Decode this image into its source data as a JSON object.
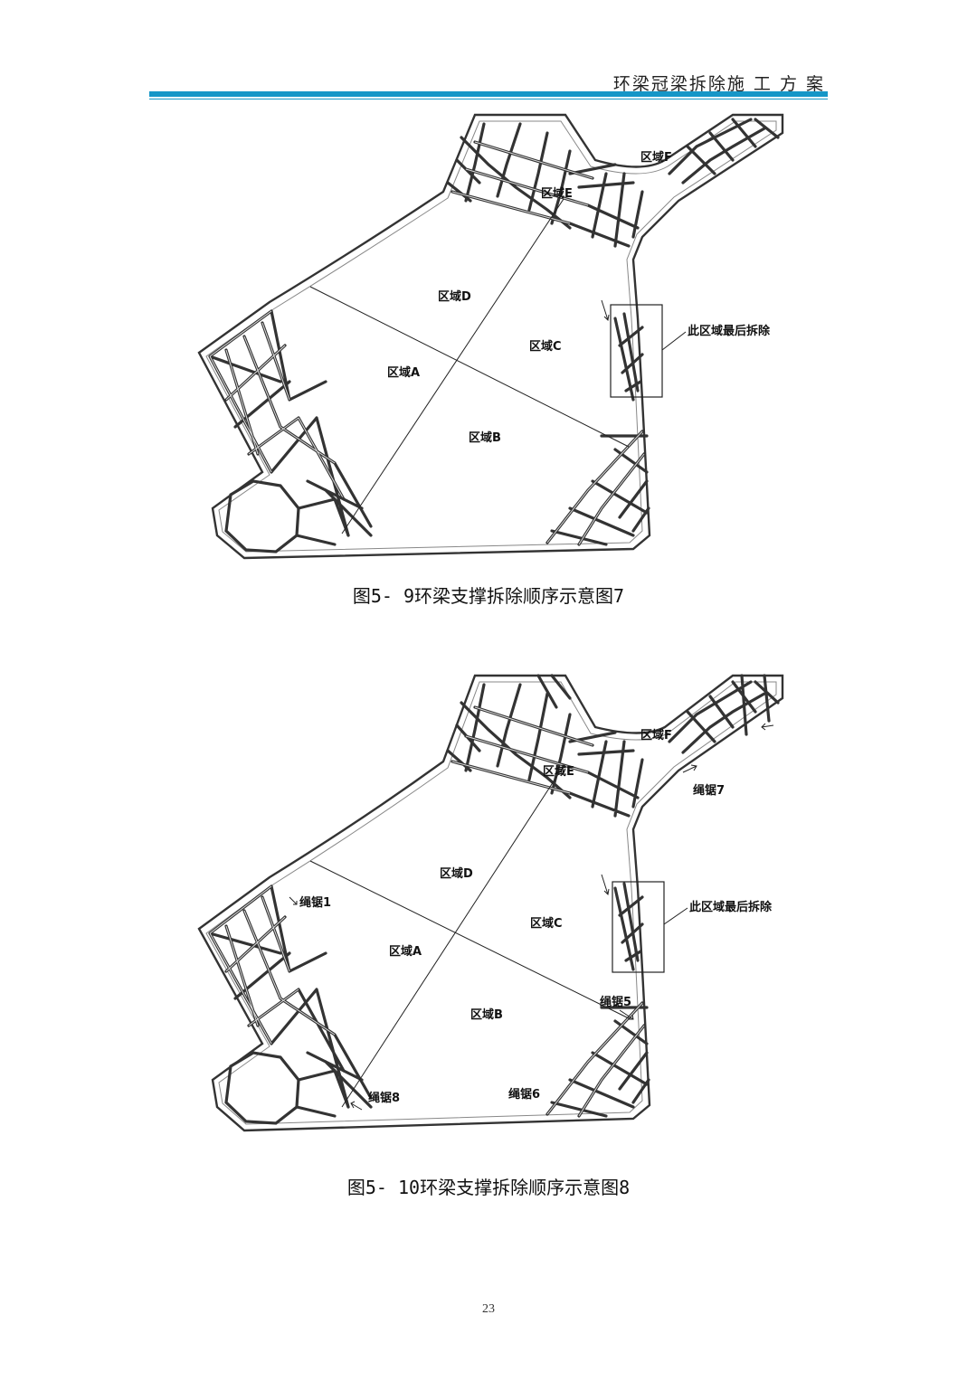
{
  "header": {
    "title": "环梁冠梁拆除施 工 方 案"
  },
  "figures": [
    {
      "caption": "图5- 9环梁支撑拆除顺序示意图7",
      "labels": {
        "zone_a": "区域A",
        "zone_b": "区域B",
        "zone_c": "区域C",
        "zone_d": "区域D",
        "zone_e": "区域E",
        "zone_f": "区域F",
        "last_demolish": "此区域最后拆除"
      }
    },
    {
      "caption": "图5- 10环梁支撑拆除顺序示意图8",
      "labels": {
        "zone_a": "区域A",
        "zone_b": "区域B",
        "zone_c": "区域C",
        "zone_d": "区域D",
        "zone_e": "区域E",
        "zone_f": "区域F",
        "last_demolish": "此区域最后拆除",
        "saw_1": "绳锯1",
        "saw_5": "绳锯5",
        "saw_6": "绳锯6",
        "saw_7": "绳锯7",
        "saw_8": "绳锯8"
      }
    }
  ],
  "page": {
    "number": "23"
  }
}
